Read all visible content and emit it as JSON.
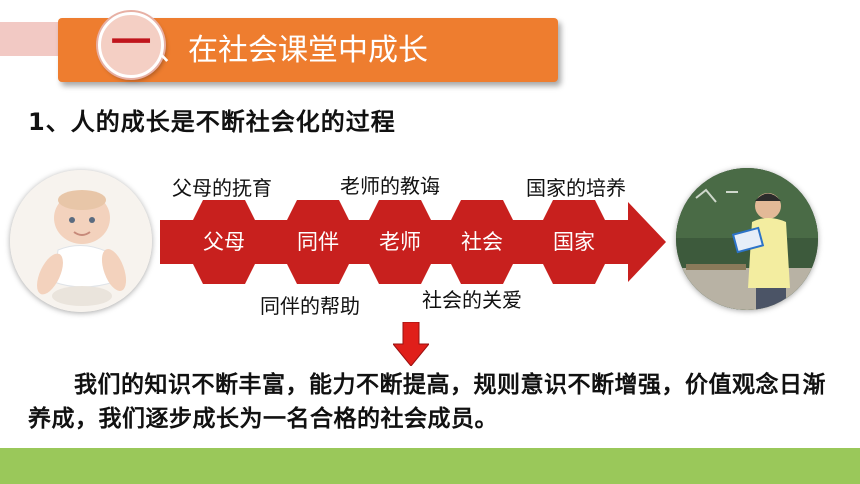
{
  "title": {
    "number": "一",
    "separator": "、",
    "text": "在社会课堂中成长"
  },
  "heading": "1、人的成长是不断社会化的过程",
  "flow": {
    "nodes": [
      "父母",
      "同伴",
      "老师",
      "社会",
      "国家"
    ],
    "captions_top": [
      "父母的抚育",
      "老师的教诲",
      "国家的培养"
    ],
    "captions_bottom": [
      "同伴的帮助",
      "社会的关爱"
    ]
  },
  "conclusion": "我们的知识不断丰富，能力不断提高，规则意识不断增强，价值观念日渐养成，我们逐步成长为一名合格的社会成员。",
  "colors": {
    "title_bar": "#ee7d2f",
    "hexagon": "#c8201e",
    "bottom_band": "#9ac85a"
  }
}
